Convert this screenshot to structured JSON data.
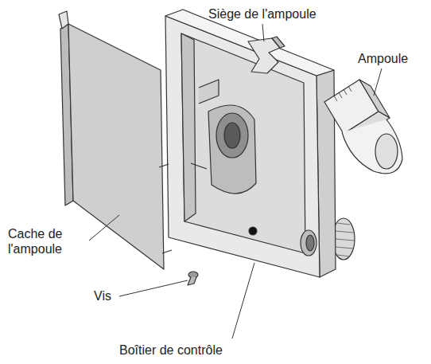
{
  "diagram": {
    "labels": [
      "Siège de l'ampoule",
      "Ampoule",
      "Cache de l'ampoule",
      "Vis",
      "Boîtier de contrôle"
    ]
  }
}
